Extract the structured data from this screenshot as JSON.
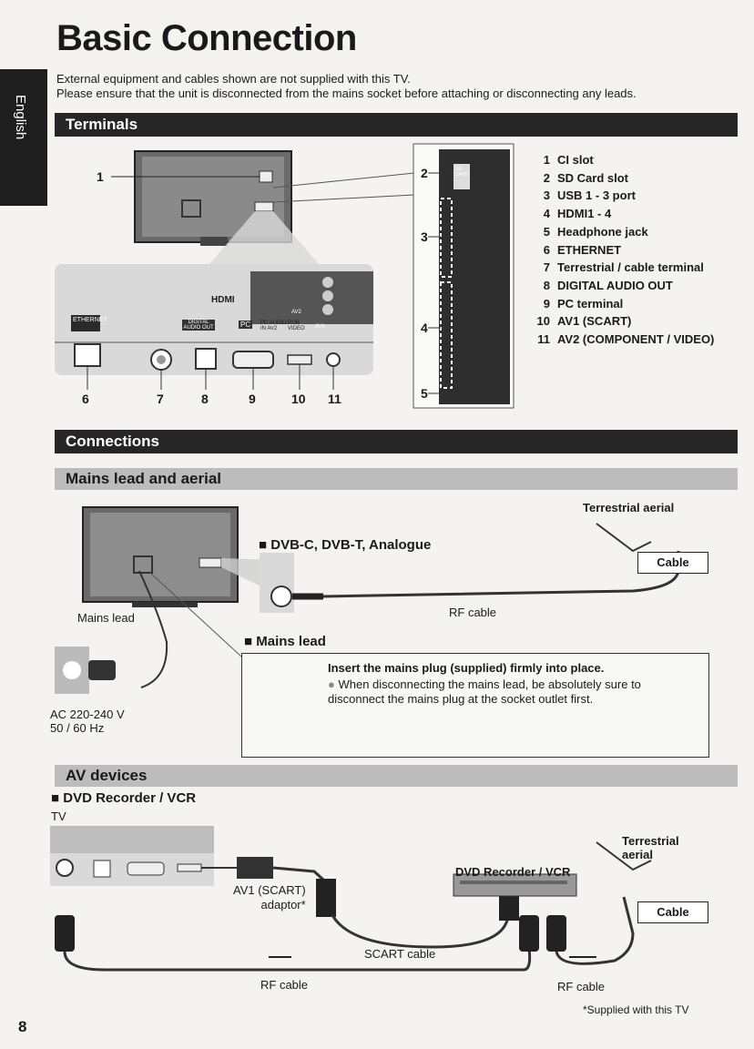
{
  "page": {
    "title": "Basic Connection",
    "language_tab": "English",
    "page_number": "8"
  },
  "intro": {
    "line1": "External equipment and cables shown are not supplied with this TV.",
    "line2": "Please ensure that the unit is disconnected from the mains socket before attaching or disconnecting any leads."
  },
  "terminals": {
    "heading": "Terminals",
    "legend": [
      {
        "num": "1",
        "label": "CI slot"
      },
      {
        "num": "2",
        "label": "SD Card slot"
      },
      {
        "num": "3",
        "label": "USB 1 - 3 port"
      },
      {
        "num": "4",
        "label": "HDMI1 - 4"
      },
      {
        "num": "5",
        "label": "Headphone jack"
      },
      {
        "num": "6",
        "label": "ETHERNET"
      },
      {
        "num": "7",
        "label": "Terrestrial / cable terminal"
      },
      {
        "num": "8",
        "label": "DIGITAL AUDIO OUT"
      },
      {
        "num": "9",
        "label": "PC terminal"
      },
      {
        "num": "10",
        "label": "AV1 (SCART)"
      },
      {
        "num": "11",
        "label": "AV2 (COMPONENT / VIDEO)"
      }
    ],
    "panel_labels": {
      "ethernet": "ETHERNET",
      "hdmi": "HDMI",
      "digital_audio": "DIGITAL AUDIO OUT",
      "pc": "PC",
      "pc_audio": "PC AUDIO\nIN AV2",
      "rgb_video": "RGB\nVIDEO",
      "av1": "AV1",
      "av2": "AV2",
      "sd_card": "SD\nCARD"
    },
    "callouts": {
      "n1": "1",
      "n2": "2",
      "n3": "3",
      "n4": "4",
      "n5": "5",
      "n6": "6",
      "n7": "7",
      "n8": "8",
      "n9": "9",
      "n10": "10",
      "n11": "11"
    }
  },
  "connections": {
    "heading": "Connections",
    "mains": {
      "heading": "Mains lead and aerial",
      "dvb_title": "DVB-C, DVB-T, Analogue",
      "terrestrial_aerial": "Terrestrial aerial",
      "cable": "Cable",
      "rf_cable": "RF cable",
      "mains_lead_label": "Mains lead",
      "mains_lead_title": "Mains lead",
      "ac_line1": "AC 220-240 V",
      "ac_line2": "50 / 60 Hz",
      "instruction": "Insert the mains plug (supplied) firmly into place.",
      "note": "When disconnecting the mains lead, be absolutely sure to disconnect the mains plug at the socket outlet first."
    },
    "av": {
      "heading": "AV devices",
      "dvd_title": "DVD Recorder / VCR",
      "tv": "TV",
      "adaptor_line1": "AV1 (SCART)",
      "adaptor_line2": "adaptor*",
      "device": "DVD Recorder / VCR",
      "terrestrial_line1": "Terrestrial",
      "terrestrial_line2": "aerial",
      "cable": "Cable",
      "scart_cable": "SCART cable",
      "rf_cable_left": "RF cable",
      "rf_cable_right": "RF cable",
      "footnote": "*Supplied with this TV"
    }
  }
}
